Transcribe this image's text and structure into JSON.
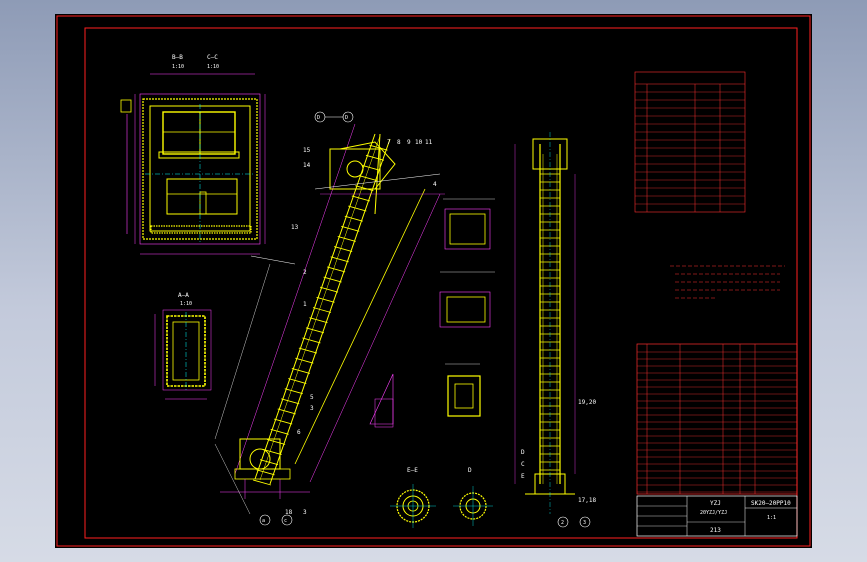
{
  "window": {
    "background": "#c3cadb"
  },
  "drawing": {
    "colors": {
      "border": "#ff2020",
      "main": "#ffff00",
      "dim": "#ff40ff",
      "center": "#00ffff",
      "table": "#ff3030",
      "text": "#ffffff",
      "green": "#30ff30"
    },
    "view_labels": {
      "section_bb": "B—B",
      "scale_bb": "1:10",
      "section_cc": "C—C",
      "scale_cc": "1:10",
      "section_aa": "A—A",
      "scale_aa": "1:10",
      "section_dd": "D",
      "section_ee": "E—E"
    },
    "balloons": [
      "7",
      "8",
      "9",
      "10",
      "11",
      "15",
      "14",
      "13",
      "4",
      "2",
      "1",
      "5",
      "3",
      "6",
      "18",
      "3"
    ],
    "right_labels": [
      "19,20",
      "17,18"
    ],
    "bottom_circles": [
      "a",
      "c"
    ],
    "right_circles": [
      "2",
      "3"
    ],
    "top_circles": [
      "D",
      "D"
    ],
    "side_letters": [
      "D",
      "C",
      "E"
    ],
    "title_block": {
      "drawing_no": "SK20—20PP10",
      "name_line1": "YZJ",
      "name_line2": "20YZJ/YZJ",
      "scale": "1:1",
      "sheet": "213"
    }
  }
}
